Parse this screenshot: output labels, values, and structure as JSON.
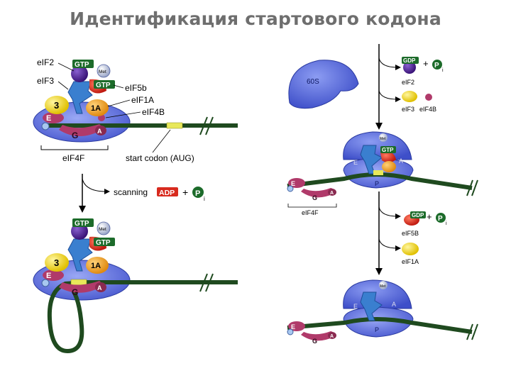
{
  "title": "Идентификация стартового кодона",
  "labels": {
    "eif2": "eIF2",
    "eif3": "eIF3",
    "eif5b": "eIF5b",
    "eif1a": "eIF1A",
    "eif4b": "eIF4B",
    "eif4f": "eIF4F",
    "start_codon": "start codon (AUG)",
    "scanning": "scanning",
    "adp": "ADP",
    "gtp": "GTP",
    "gdp": "GDP",
    "met": "Met",
    "pi": "P",
    "pi_sub": "i",
    "plus": "+",
    "s60": "60S",
    "r_eif2": "eIF2",
    "r_eif3": "eIF3",
    "r_eif4b": "eIF4B",
    "r_eif5b": "eIF5B",
    "r_eif1a": "eIF1A",
    "r_eif4f": "eIF4F",
    "site_e": "E",
    "site_a": "A",
    "site_p": "P",
    "g_sub": "G",
    "e_sub": "E",
    "a_sub": "A",
    "f3": "3",
    "f1a": "1A"
  },
  "colors": {
    "ribosome": "#5566dd",
    "ribosome_light": "#8896ee",
    "mrna": "#1f4a1f",
    "trna": "#3a7fcf",
    "eif2": "#4a1d8c",
    "gtp_box": "#1c6b2a",
    "eif3": "#f2d51a",
    "eif1a": "#f0a81e",
    "eif5b": "#d82a1e",
    "eif4": "#b03a6a",
    "codon": "#e8e85a"
  }
}
